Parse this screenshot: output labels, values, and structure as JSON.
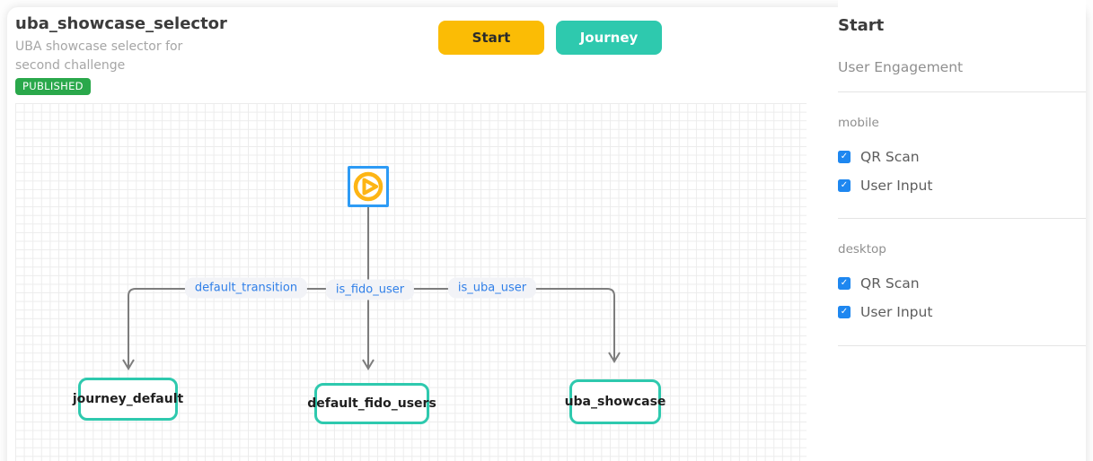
{
  "header": {
    "title": "uba_showcase_selector",
    "subtitle": "UBA showcase selector for second challenge",
    "status_badge": "PUBLISHED",
    "start_button_label": "Start",
    "journey_button_label": "Journey"
  },
  "canvas": {
    "start_node_icon": "play-icon",
    "edges": [
      {
        "label": "default_transition"
      },
      {
        "label": "is_fido_user"
      },
      {
        "label": "is_uba_user"
      }
    ],
    "nodes": [
      {
        "label": "journey_default"
      },
      {
        "label": "default_fido_users"
      },
      {
        "label": "uba_showcase"
      }
    ]
  },
  "sidebar": {
    "title": "Start",
    "subtitle": "User Engagement",
    "sections": [
      {
        "label": "mobile",
        "options": [
          {
            "label": "QR Scan",
            "checked": true,
            "check_glyph": "✓"
          },
          {
            "label": "User Input",
            "checked": true,
            "check_glyph": "✓"
          }
        ]
      },
      {
        "label": "desktop",
        "options": [
          {
            "label": "QR Scan",
            "checked": true,
            "check_glyph": "✓"
          },
          {
            "label": "User Input",
            "checked": true,
            "check_glyph": "✓"
          }
        ]
      }
    ]
  },
  "colors": {
    "start_button": "#fbbc05",
    "journey_button": "#2ec9ae",
    "published_badge": "#2aa84b",
    "flow_node_border": "#2ec9ae",
    "start_node_border": "#2d9bf5",
    "play_icon": "#fdb515",
    "edge_label_text": "#2f7fe8",
    "edge_line": "#7d7d7d",
    "checkbox": "#1e87f0"
  }
}
